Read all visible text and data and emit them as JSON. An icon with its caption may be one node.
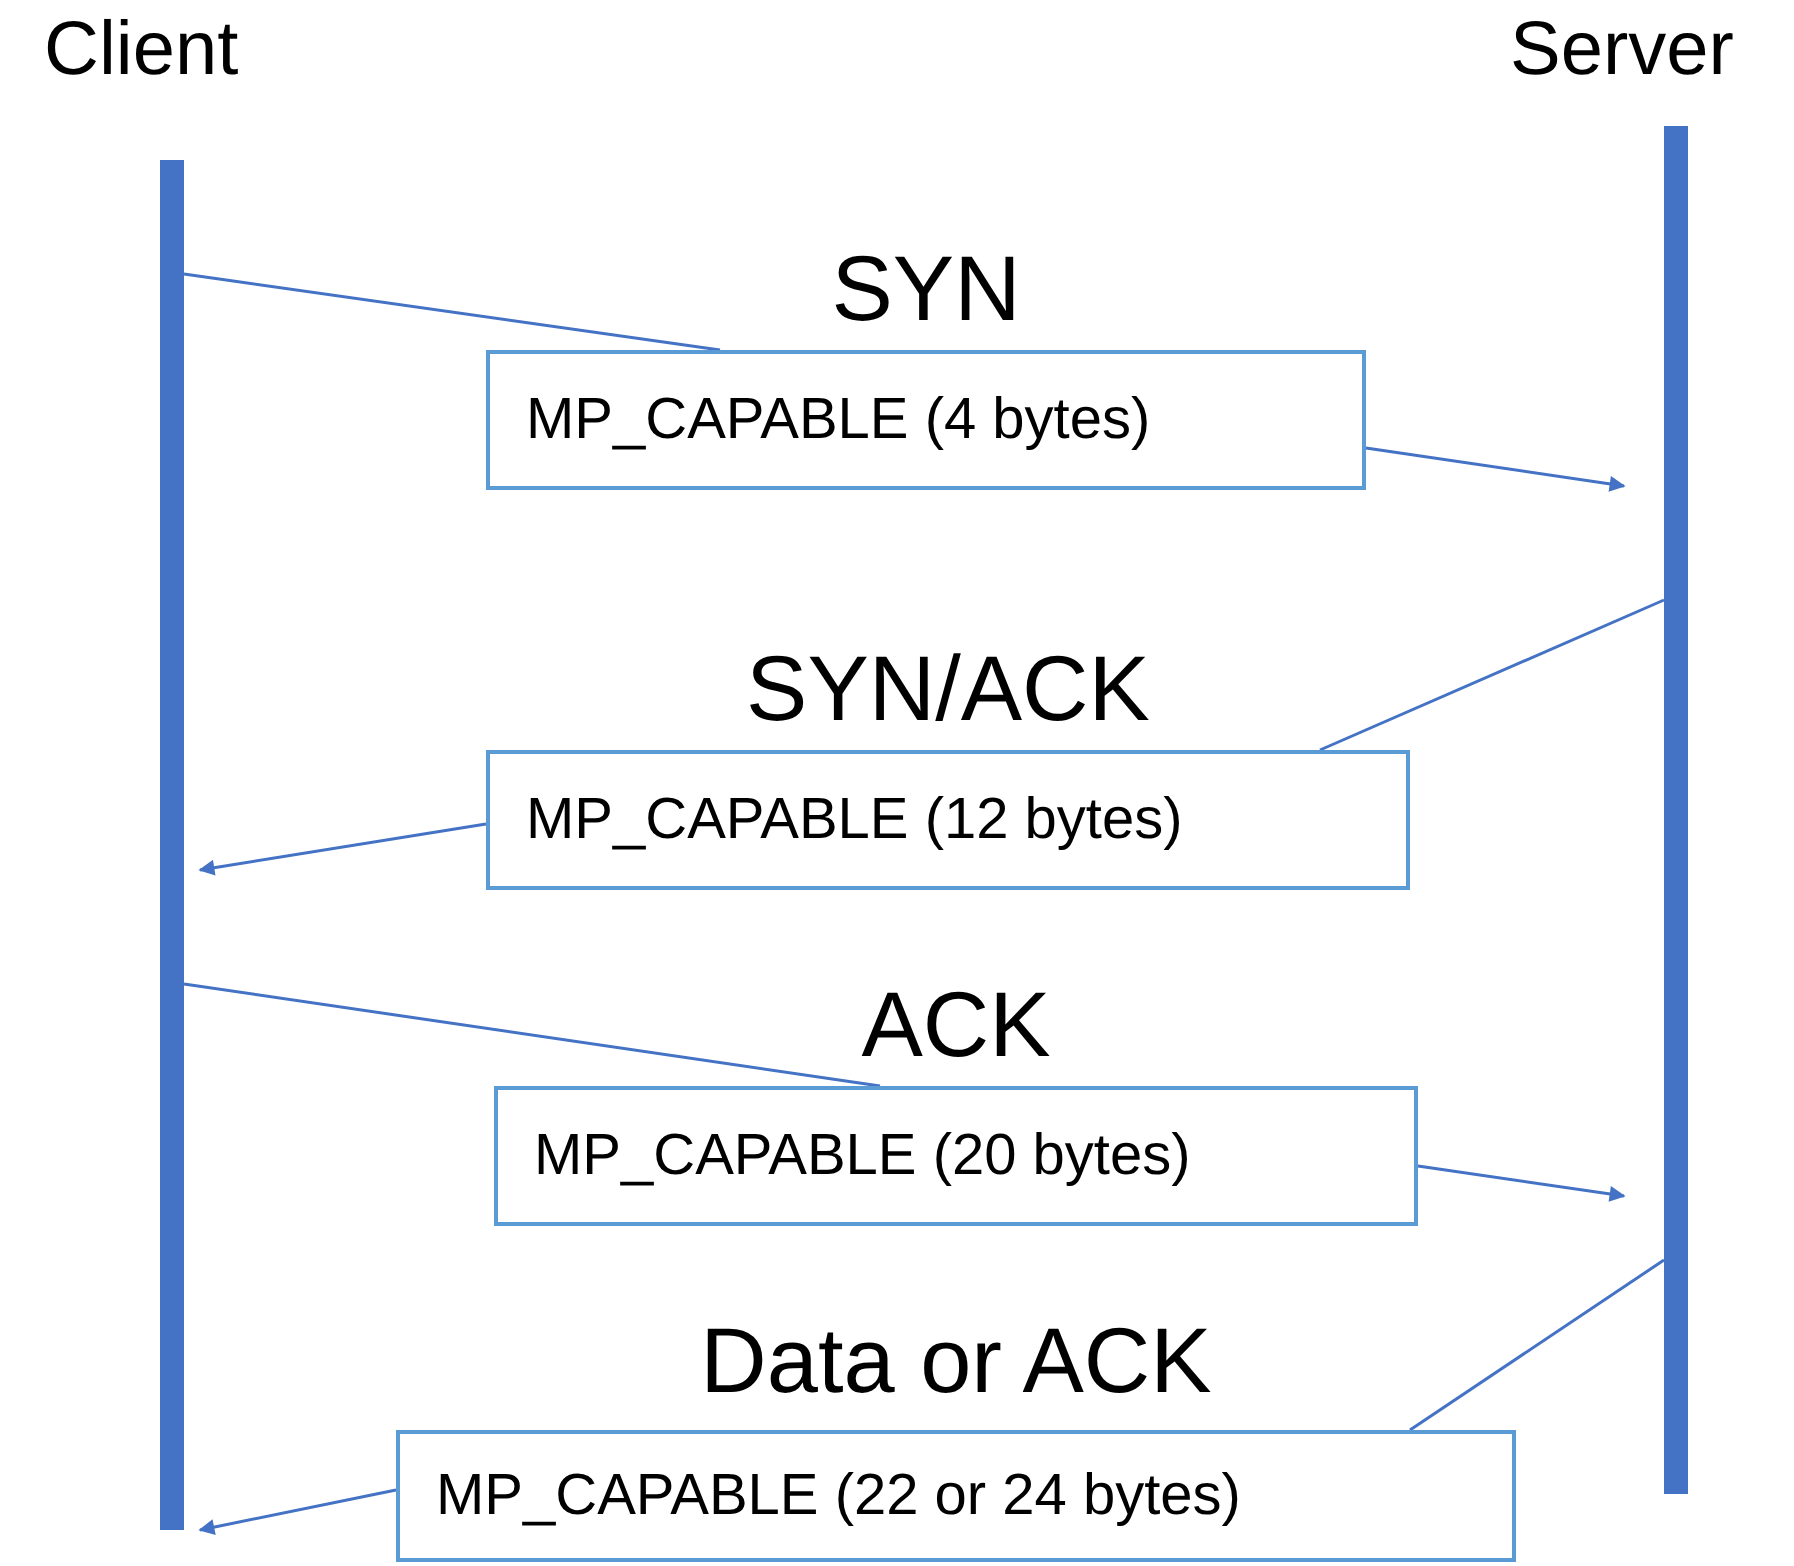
{
  "diagram": {
    "nodes": [
      {
        "text": [],
        "shape": "bar",
        "beside": [
          "Client"
        ]
      },
      {
        "text": [],
        "shape": "bar",
        "beside": [
          "Server"
        ]
      },
      {
        "text": [
          "SYN",
          "MP_CAPABLE (4 bytes)"
        ]
      },
      {
        "text": [
          "SYN/ACK",
          "MP_CAPABLE (12 bytes)"
        ]
      },
      {
        "text": [
          "ACK",
          "MP_CAPABLE (20 bytes)"
        ]
      },
      {
        "text": [
          "Data or ACK",
          "MP_CAPABLE (22 or 24 bytes)"
        ]
      }
    ],
    "edges": [
      {
        "from": 0,
        "to": 2,
        "arrow": "none"
      },
      {
        "from": 2,
        "to": 1,
        "arrow": "to"
      },
      {
        "from": 1,
        "to": 3,
        "arrow": "none"
      },
      {
        "from": 3,
        "to": 0,
        "arrow": "to"
      },
      {
        "from": 0,
        "to": 4,
        "arrow": "none"
      },
      {
        "from": 4,
        "to": 1,
        "arrow": "to"
      },
      {
        "from": 1,
        "to": 5,
        "arrow": "none"
      },
      {
        "from": 5,
        "to": 0,
        "arrow": "to"
      }
    ]
  }
}
